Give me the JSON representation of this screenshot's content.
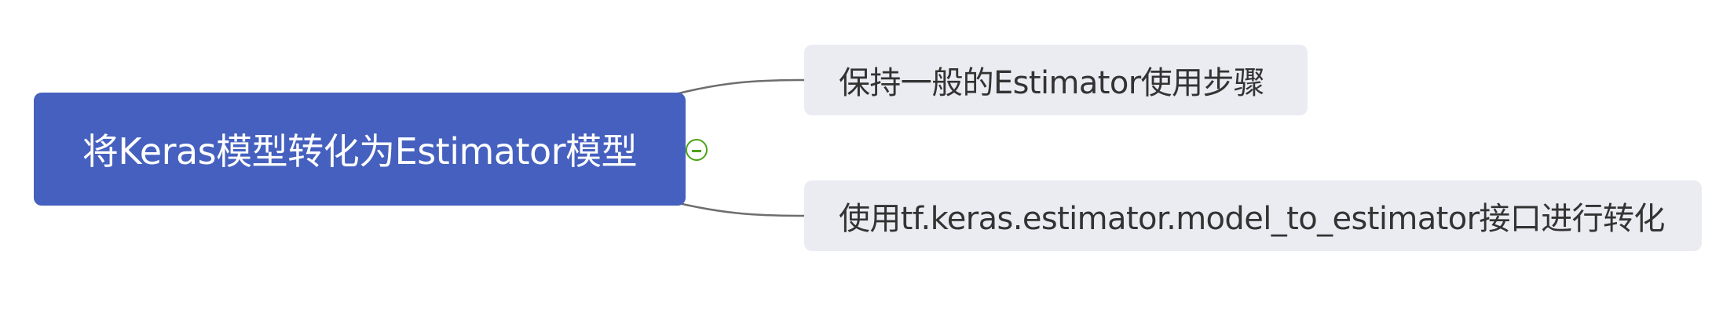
{
  "mindmap": {
    "root": {
      "label": "将Keras模型转化为Estimator模型"
    },
    "children": [
      {
        "label": "保持一般的Estimator使用步骤"
      },
      {
        "label": "使用tf.keras.estimator.model_to_estimator接口进行转化"
      }
    ],
    "collapse_icon": "minus-circle-icon"
  },
  "colors": {
    "root_fill": "#4560BE",
    "root_text": "#FFFFFF",
    "child_fill": "#EBEBF2",
    "child_text": "#333333",
    "connector": "#6E6E6E",
    "collapse_icon": "#4DA317"
  }
}
